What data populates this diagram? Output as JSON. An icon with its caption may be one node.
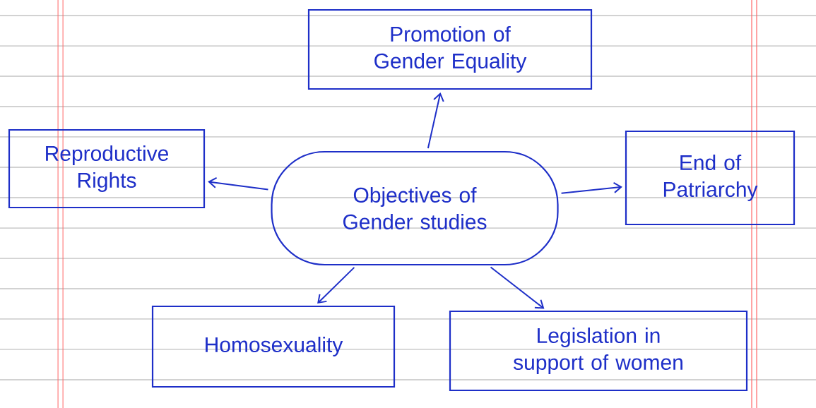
{
  "diagram": {
    "nodes": [
      {
        "text": [
          "Promotion of Gender Equality"
        ]
      },
      {
        "text": [
          "Reproductive Rights"
        ]
      },
      {
        "text": [
          "Objectives of Gender studies"
        ]
      },
      {
        "text": [
          "End of Patriarchy"
        ]
      },
      {
        "text": [
          "Homosexuality"
        ]
      },
      {
        "text": [
          "Legislation in support of women"
        ]
      }
    ],
    "edges": [
      {
        "from": 2,
        "to": 0,
        "arrow": "to"
      },
      {
        "from": 2,
        "to": 1,
        "arrow": "to"
      },
      {
        "from": 2,
        "to": 3,
        "arrow": "to"
      },
      {
        "from": 2,
        "to": 4,
        "arrow": "to"
      },
      {
        "from": 2,
        "to": 5,
        "arrow": "to"
      }
    ]
  }
}
